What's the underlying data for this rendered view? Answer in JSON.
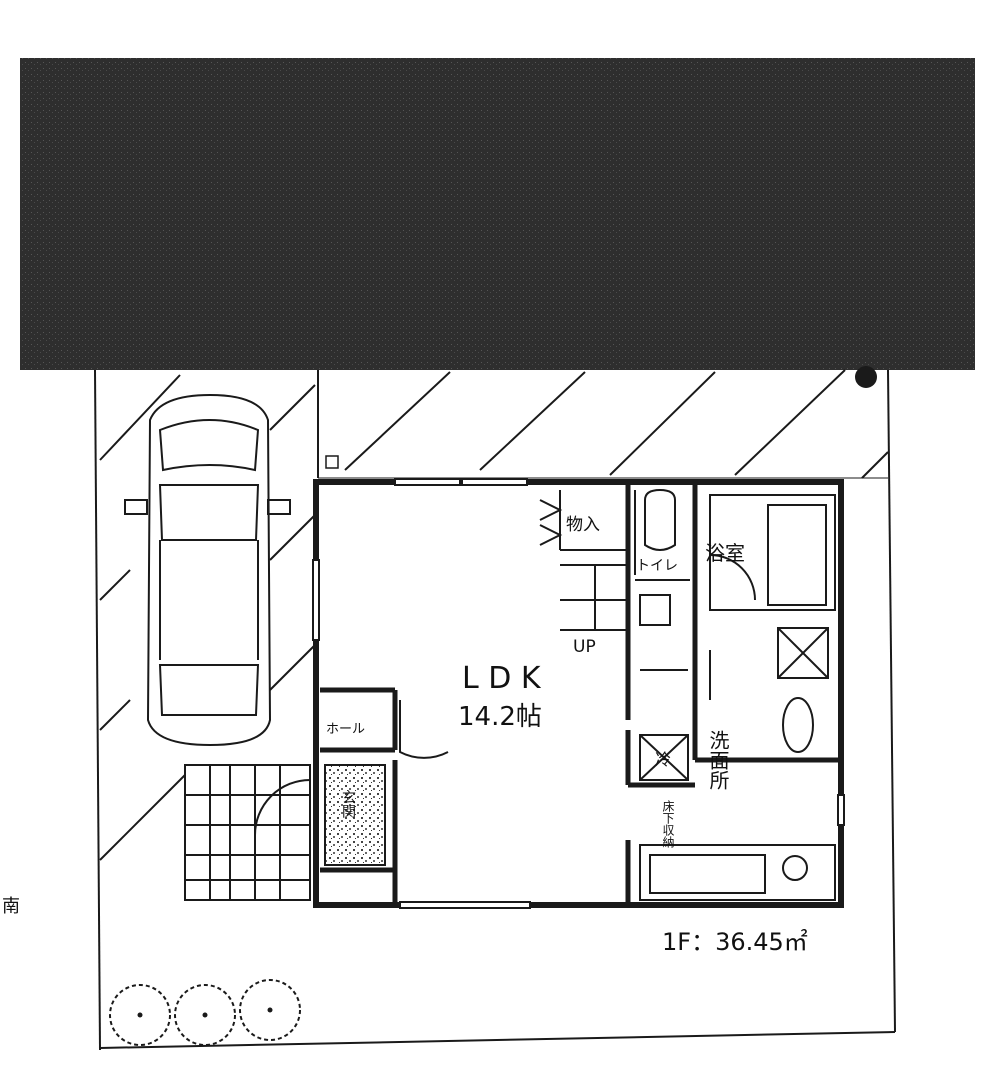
{
  "floor_area_label": "1F：36.45㎡",
  "side_label": "南",
  "rooms": {
    "ldk": "L D K",
    "ldk_size": "14.2帖",
    "storage": "物入",
    "toilet": "トイレ",
    "bath": "浴室",
    "washroom": "洗面所",
    "hall": "ホール",
    "entrance": "玄関",
    "stairs": "UP",
    "under_stairs": "床下収納",
    "fridge": "冷"
  },
  "colors": {
    "ink": "#1a1a1a",
    "redacted": "#2e2e2e",
    "background": "#ffffff"
  }
}
